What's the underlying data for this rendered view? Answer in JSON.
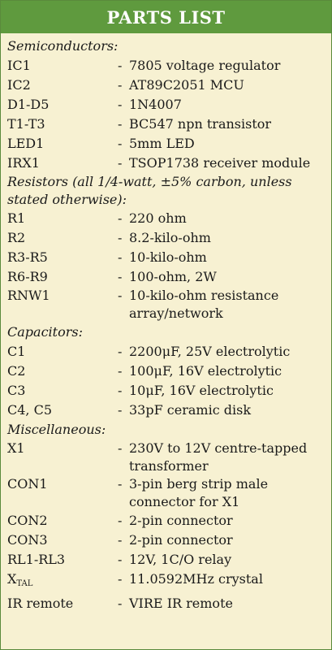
{
  "title": "PARTS LIST",
  "sections": [
    {
      "heading": "Semiconductors:",
      "items": [
        {
          "ref": "IC1",
          "desc": [
            "7805 voltage regulator"
          ]
        },
        {
          "ref": "IC2",
          "desc": [
            "AT89C2051 MCU"
          ]
        },
        {
          "ref": "D1-D5",
          "desc": [
            "1N4007"
          ]
        },
        {
          "ref": "T1-T3",
          "desc": [
            "BC547 npn transistor"
          ]
        },
        {
          "ref": "LED1",
          "desc": [
            "5mm LED"
          ]
        },
        {
          "ref": "IRX1",
          "desc": [
            "TSOP1738 receiver module"
          ]
        }
      ]
    },
    {
      "heading": "Resistors (all 1/4-watt, ±5% carbon, unless stated otherwise):",
      "items": [
        {
          "ref": "R1",
          "desc": [
            "220 ohm"
          ]
        },
        {
          "ref": "R2",
          "desc": [
            "8.2-kilo-ohm"
          ]
        },
        {
          "ref": "R3-R5",
          "desc": [
            "10-kilo-ohm"
          ]
        },
        {
          "ref": "R6-R9",
          "desc": [
            "100-ohm, 2W"
          ]
        },
        {
          "ref": "RNW1",
          "desc": [
            "10-kilo-ohm resistance",
            "array/network"
          ]
        }
      ]
    },
    {
      "heading": "Capacitors:",
      "items": [
        {
          "ref": "C1",
          "desc": [
            "2200μF, 25V electrolytic"
          ]
        },
        {
          "ref": "C2",
          "desc": [
            "100μF, 16V electrolytic"
          ]
        },
        {
          "ref": "C3",
          "desc": [
            "10μF, 16V electrolytic"
          ]
        },
        {
          "ref": "C4, C5",
          "desc": [
            "33pF ceramic disk"
          ]
        }
      ]
    },
    {
      "heading": "Miscellaneous:",
      "items": [
        {
          "ref": "X1",
          "desc": [
            "230V to 12V centre-tapped",
            "transformer"
          ]
        },
        {
          "ref": "CON1",
          "desc": [
            "3-pin berg strip male",
            "connector for X1"
          ]
        },
        {
          "ref": "CON2",
          "desc": [
            "2-pin connector"
          ]
        },
        {
          "ref": "CON3",
          "desc": [
            "2-pin connector"
          ]
        },
        {
          "ref": "RL1-RL3",
          "desc": [
            "12V, 1C/O relay"
          ]
        },
        {
          "ref": "X",
          "ref_sub": "TAL",
          "desc": [
            "11.0592MHz crystal"
          ]
        },
        {
          "ref": "IR remote",
          "desc": [
            "VIRE IR remote"
          ]
        }
      ]
    }
  ],
  "dash": "-"
}
